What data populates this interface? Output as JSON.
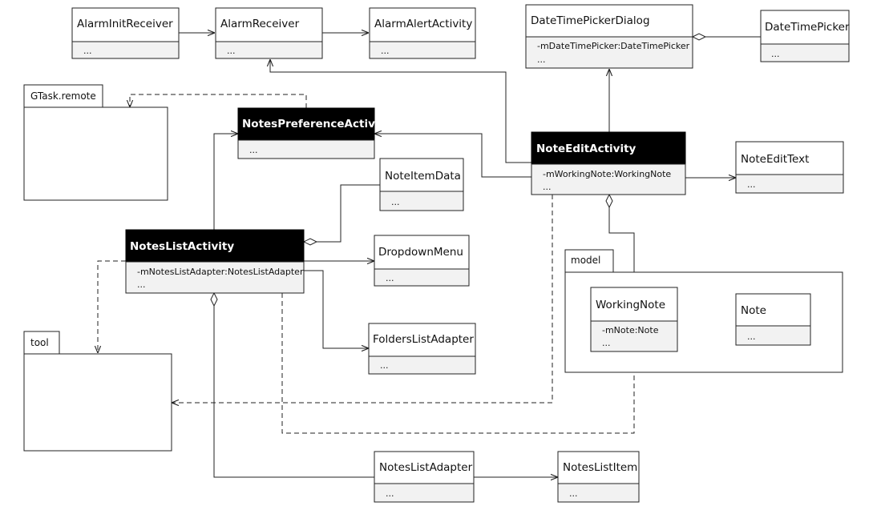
{
  "packages": {
    "gtask": "GTask.remote",
    "tool": "tool",
    "model": "model"
  },
  "classes": {
    "alarm_init_receiver": {
      "name": "AlarmInitReceiver",
      "attrs": [
        "..."
      ]
    },
    "alarm_receiver": {
      "name": "AlarmReceiver",
      "attrs": [
        "..."
      ]
    },
    "alarm_alert_activity": {
      "name": "AlarmAlertActivity",
      "attrs": [
        "..."
      ]
    },
    "date_time_picker_dialog": {
      "name": "DateTimePickerDialog",
      "attrs": [
        "-mDateTimePicker:DateTimePicker",
        "..."
      ]
    },
    "date_time_picker": {
      "name": "DateTimePicker",
      "attrs": [
        "..."
      ]
    },
    "notes_preference_activity": {
      "name": "NotesPreferenceActivity",
      "attrs": [
        "..."
      ]
    },
    "note_edit_activity": {
      "name": "NoteEditActivity",
      "attrs": [
        "-mWorkingNote:WorkingNote",
        "..."
      ]
    },
    "note_edit_text": {
      "name": "NoteEditText",
      "attrs": [
        "..."
      ]
    },
    "note_item_data": {
      "name": "NoteItemData",
      "attrs": [
        "..."
      ]
    },
    "notes_list_activity": {
      "name": "NotesListActivity",
      "attrs": [
        "-mNotesListAdapter:NotesListAdapter",
        "..."
      ]
    },
    "dropdown_menu": {
      "name": "DropdownMenu",
      "attrs": [
        "..."
      ]
    },
    "folders_list_adapter": {
      "name": "FoldersListAdapter",
      "attrs": [
        "..."
      ]
    },
    "working_note": {
      "name": "WorkingNote",
      "attrs": [
        "-mNote:Note",
        "..."
      ]
    },
    "note": {
      "name": "Note",
      "attrs": [
        "..."
      ]
    },
    "notes_list_adapter": {
      "name": "NotesListAdapter",
      "attrs": [
        "..."
      ]
    },
    "notes_list_item": {
      "name": "NotesListItem",
      "attrs": [
        "..."
      ]
    }
  }
}
